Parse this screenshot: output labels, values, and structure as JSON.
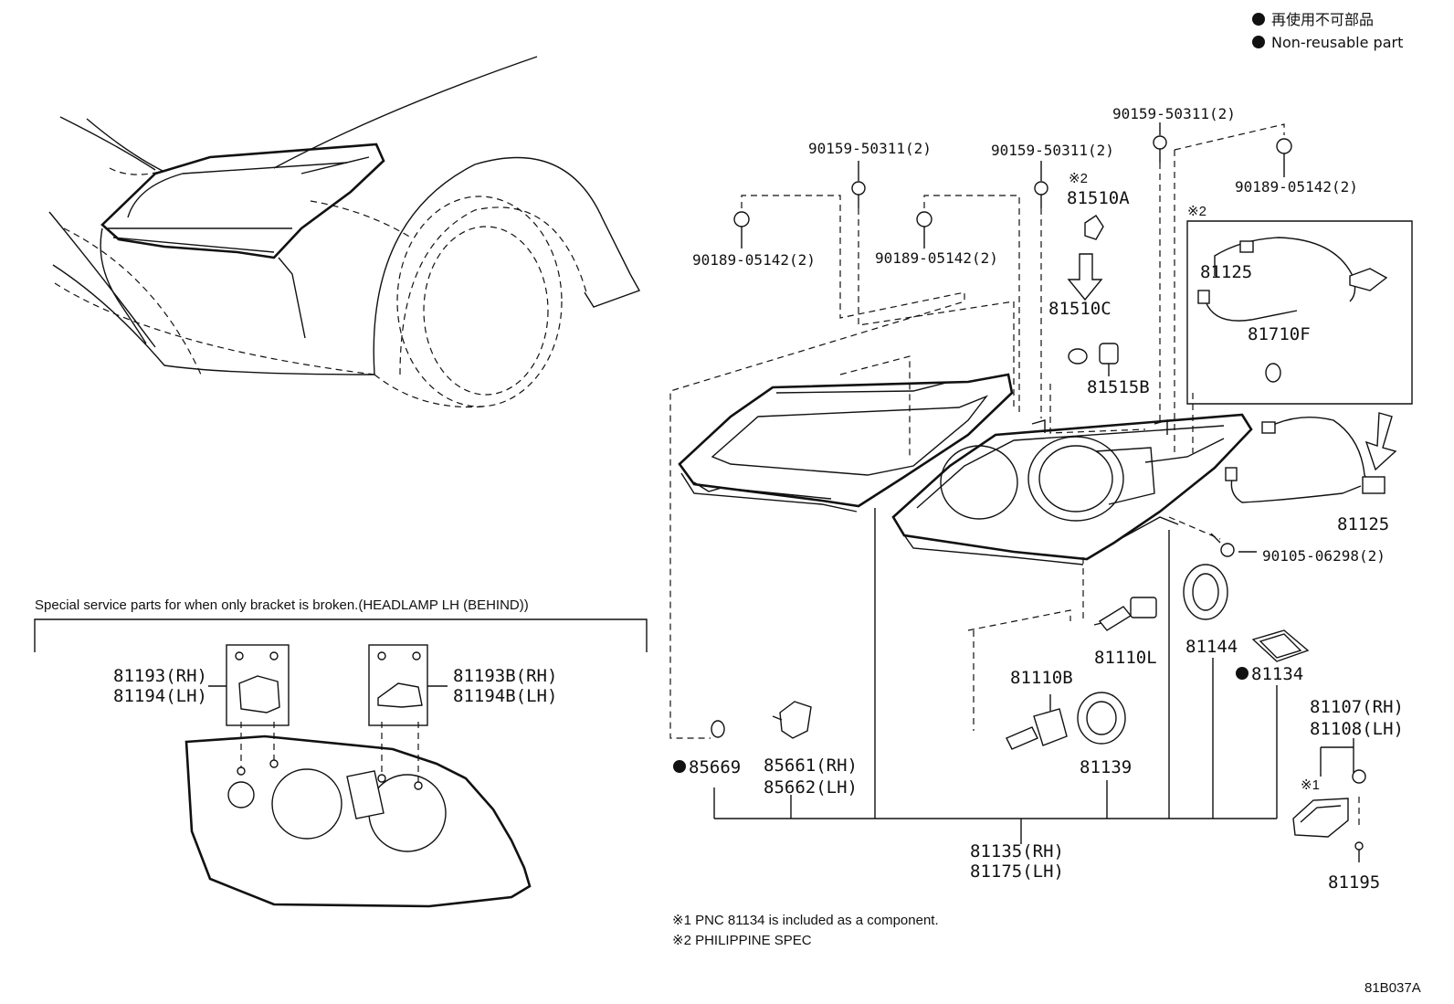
{
  "legend": {
    "jp": "再使用不可部品",
    "en": "Non-reusable part"
  },
  "figure_code": "81B037A",
  "bracket_panel_title": "Special service parts for when only bracket is broken.(HEADLAMP LH (BEHIND))",
  "footnotes": [
    "※1 PNC 81134 is included as a component.",
    "※2 PHILIPPINE SPEC"
  ],
  "parts": {
    "screw_a": "90159-50311(2)",
    "screw_b": "90159-50311(2)",
    "screw_c": "90159-50311(2)",
    "clip_a": "90189-05142(2)",
    "clip_b": "90189-05142(2)",
    "clip_c": "90189-05142(2)",
    "bulb_a": "81510A",
    "bulb_c": "81510C",
    "socket_b": "81515B",
    "wire_top": "81125",
    "wire_side": "81125",
    "bulb_f": "81710F",
    "bolt": "90105-06298(2)",
    "bulb_l": "81110L",
    "cover_1": "81144",
    "gasket": "81134",
    "bulb_b": "81110B",
    "cover_2": "81139",
    "oring": "85669",
    "actuator_rh": "85661(RH)",
    "actuator_lh": "85662(LH)",
    "lamp_rh": "81135(RH)",
    "lamp_lh": "81175(LH)",
    "computer_rh": "81107(RH)",
    "computer_lh": "81108(LH)",
    "bolt_small": "81195",
    "bracket1_rh": "81193(RH)",
    "bracket1_lh": "81194(LH)",
    "bracket2_rh": "81193B(RH)",
    "bracket2_lh": "81194B(LH)"
  },
  "marks": {
    "note2_a": "※2",
    "note2_b": "※2",
    "note1": "※1"
  }
}
